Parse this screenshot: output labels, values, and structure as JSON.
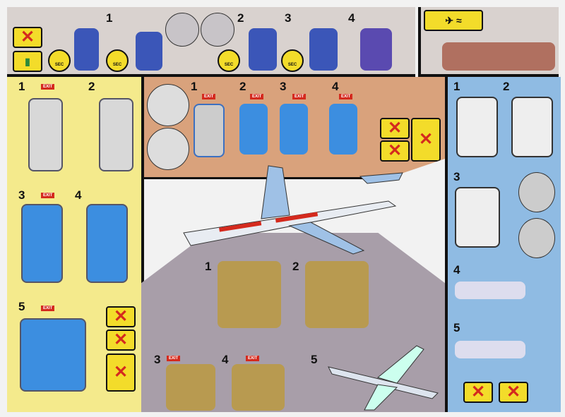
{
  "colors": {
    "top": "#d9d2cf",
    "yellow": "#f4ea8c",
    "salmon": "#d9a27c",
    "blue": "#8fbbe3",
    "mauve": "#a89ea9",
    "exit_red": "#d42a1e",
    "sign_yellow": "#f3dc2a"
  },
  "oxygen": {
    "steps": [
      "1",
      "2",
      "3",
      "4"
    ],
    "timer_label": "SEC"
  },
  "exit_label": "EXIT",
  "left_panel": {
    "steps": [
      "1",
      "2",
      "3",
      "4",
      "5"
    ]
  },
  "door_panel": {
    "steps": [
      "1",
      "2",
      "3",
      "4"
    ]
  },
  "right_panel": {
    "steps": [
      "1",
      "2",
      "3",
      "4",
      "5"
    ]
  },
  "window_panel": {
    "steps": [
      "1",
      "2",
      "3",
      "4",
      "5"
    ]
  },
  "icons": [
    "no-smoking-icon",
    "oxygen-bottle-icon",
    "no-baggage-icon",
    "no-high-heels-icon",
    "slide-jump-icon",
    "brace-position-icon"
  ]
}
